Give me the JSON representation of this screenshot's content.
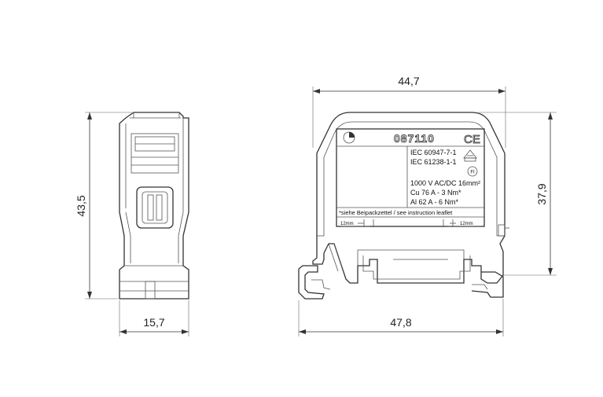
{
  "dimensions": {
    "side_height": "43,5",
    "side_width": "15,7",
    "front_top_width": "44,7",
    "front_height": "37,9",
    "front_bottom_width": "47,8"
  },
  "label": {
    "part_number": "087110",
    "ce_mark": "CE",
    "standard_1": "IEC 60947-7-1",
    "standard_2": "IEC 61238-1-1",
    "rating_voltage": "1000 V AC/DC 16mm²",
    "rating_cu": "Cu 76 A - 3 Nm*",
    "rating_al": "Al 62 A - 6 Nm*",
    "footnote": "*siehe Beipackzettel / see instruction leaflet",
    "strip_left": "12mm",
    "strip_right": "12mm",
    "fi_mark": "FI"
  }
}
